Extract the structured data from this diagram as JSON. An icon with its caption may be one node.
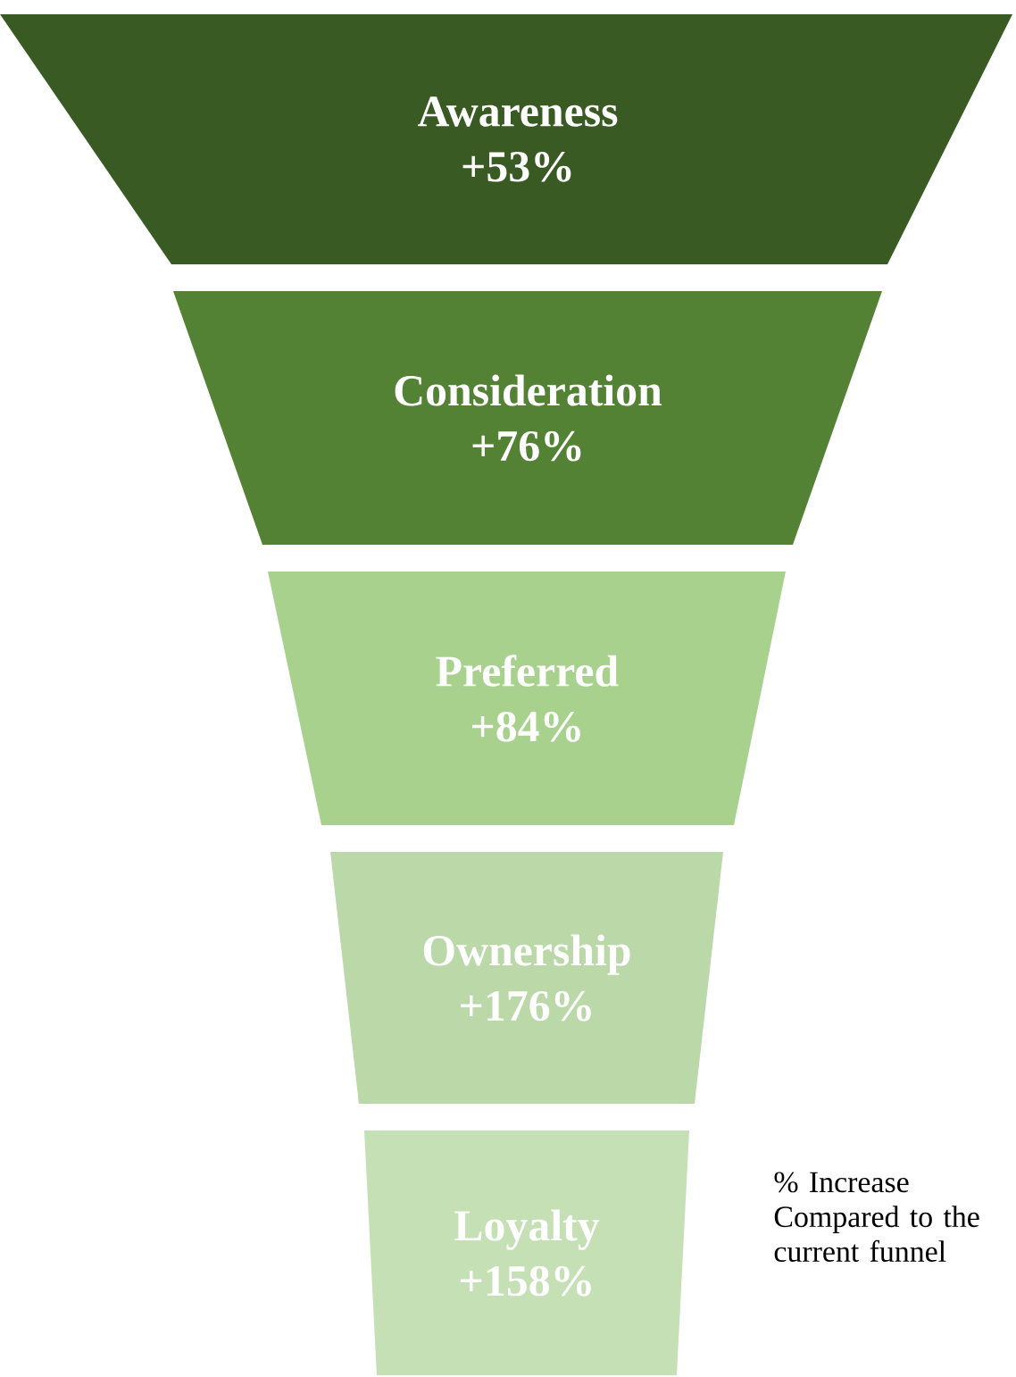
{
  "diagram": {
    "nodes": [
      {
        "text": [
          "Awareness",
          "+53%"
        ]
      },
      {
        "text": [
          "Consideration",
          "+76%"
        ]
      },
      {
        "text": [
          "Preferred",
          "+84%"
        ]
      },
      {
        "text": [
          "Ownership",
          "+176%"
        ]
      },
      {
        "text": [
          "Loyalty",
          "+158%"
        ]
      }
    ],
    "labels": [
      "% Increase Compared to the current funnel"
    ]
  }
}
